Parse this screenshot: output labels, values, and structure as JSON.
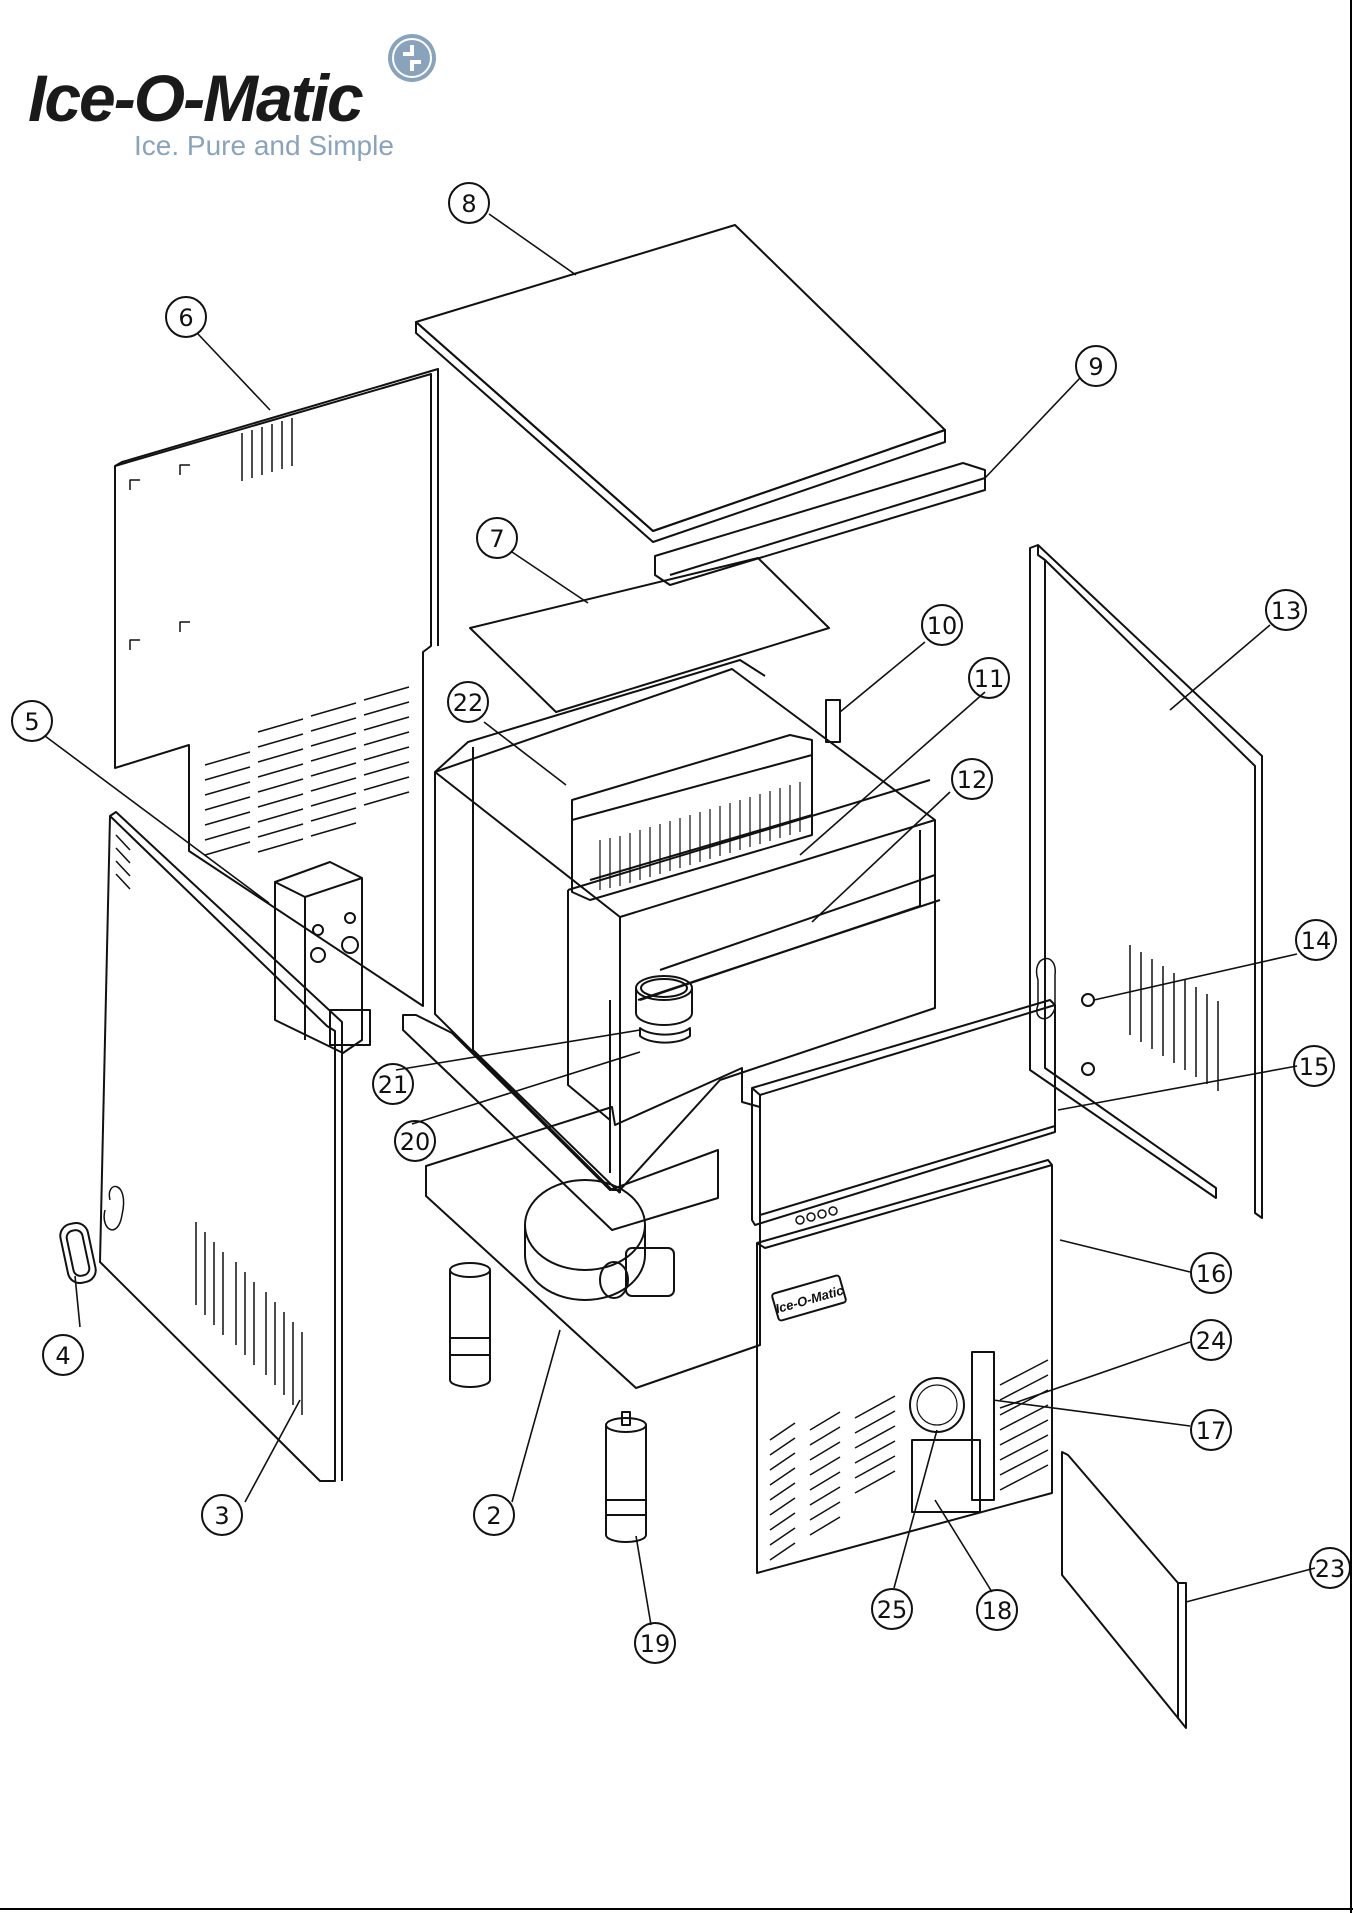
{
  "brand": {
    "name": "Ice-O-Matic",
    "tagline": "Ice. Pure and Simple",
    "front_panel_badge": "Ice-O-Matic",
    "accent_color": "#8aa3bd"
  },
  "callouts": [
    "2",
    "3",
    "4",
    "5",
    "6",
    "7",
    "8",
    "9",
    "10",
    "11",
    "12",
    "13",
    "14",
    "15",
    "16",
    "17",
    "18",
    "19",
    "20",
    "21",
    "22",
    "23",
    "24",
    "25"
  ]
}
